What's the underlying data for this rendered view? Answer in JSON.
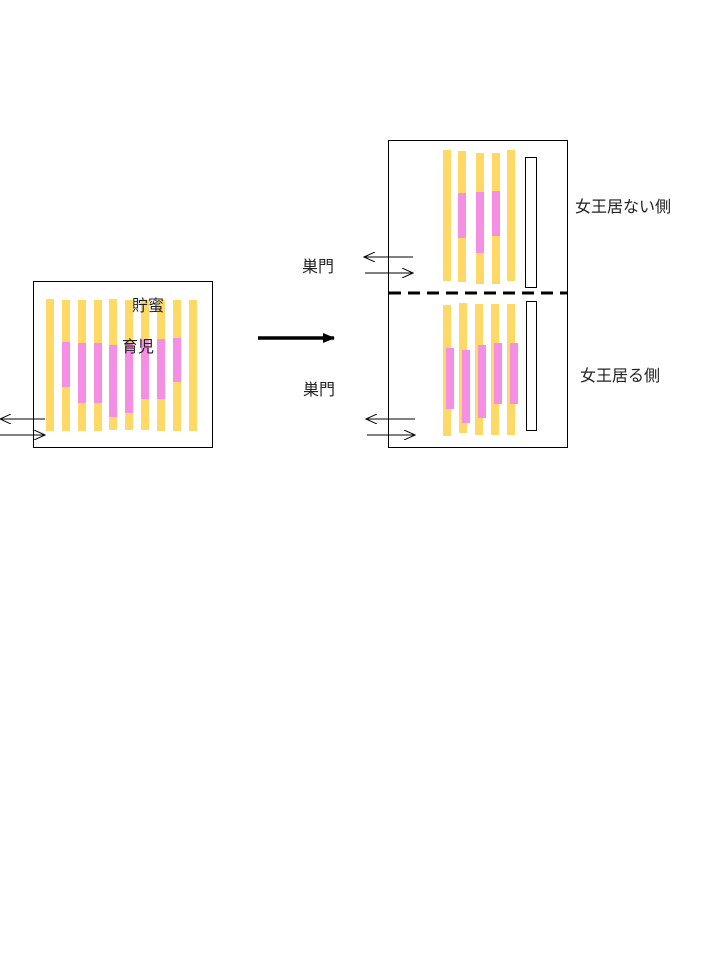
{
  "labels": {
    "honey": "貯蜜",
    "brood": "育児",
    "entrance_top": "巣門",
    "entrance_bottom": "巣門",
    "queenless_side": "女王居ない側",
    "queen_side": "女王居る側"
  },
  "colors": {
    "comb": "#FFD966",
    "brood": "#F48FE3",
    "outline": "#000000"
  }
}
